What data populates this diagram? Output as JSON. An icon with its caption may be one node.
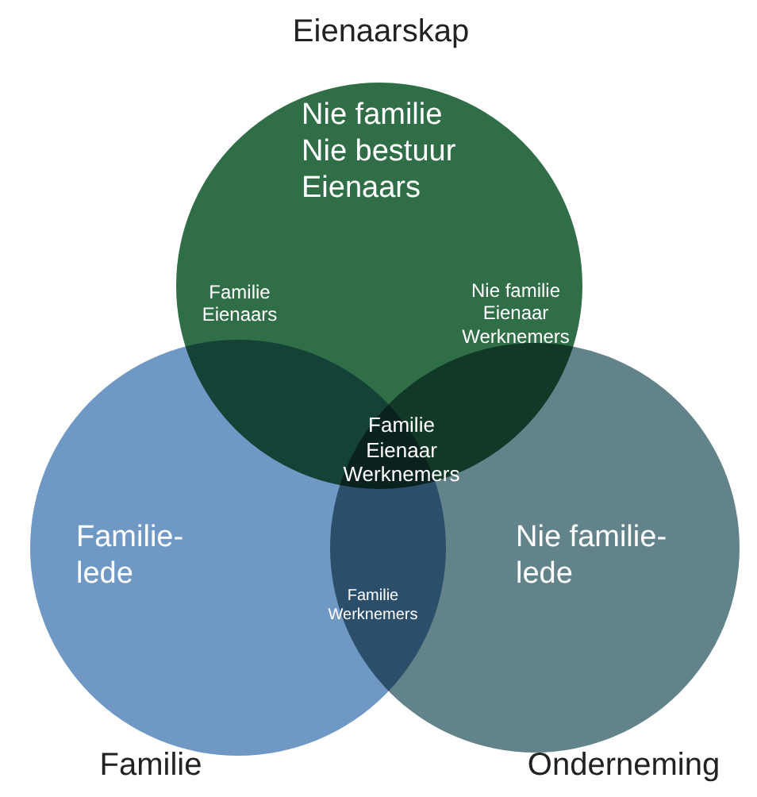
{
  "diagram": {
    "nodes": [
      {
        "text": [
          "Eienaarskap",
          "Nie familie Nie bestuur Eienaars"
        ]
      },
      {
        "text": [
          "Familie-lede",
          "Familie"
        ]
      },
      {
        "text": [
          "Nie familie-lede",
          "Onderneming"
        ]
      }
    ],
    "labels": [
      "Familie Eienaars",
      "Nie familie Eienaar Werknemers",
      "Familie Eienaar Werknemers",
      "Familie Werknemers"
    ]
  }
}
